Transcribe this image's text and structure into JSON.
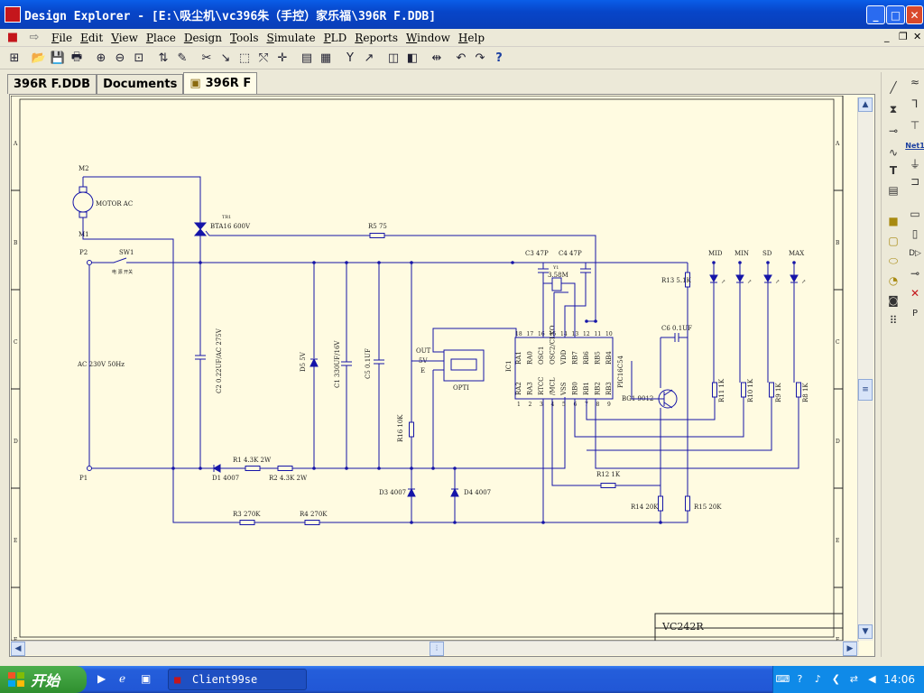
{
  "window": {
    "title": "Design Explorer - [E:\\吸尘机\\vc396朱（手控）家乐福\\396R F.DDB]"
  },
  "menu": [
    {
      "label": "File",
      "ul": "F"
    },
    {
      "label": "Edit",
      "ul": "E"
    },
    {
      "label": "View",
      "ul": "V"
    },
    {
      "label": "Place",
      "ul": "P"
    },
    {
      "label": "Design",
      "ul": "D"
    },
    {
      "label": "Tools",
      "ul": "T"
    },
    {
      "label": "Simulate",
      "ul": "S"
    },
    {
      "label": "PLD",
      "ul": "L"
    },
    {
      "label": "Reports",
      "ul": "R"
    },
    {
      "label": "Window",
      "ul": "W"
    },
    {
      "label": "Help",
      "ul": "H"
    }
  ],
  "tabs": [
    {
      "label": "396R F.DDB"
    },
    {
      "label": "Documents"
    },
    {
      "label": "396R F"
    }
  ],
  "taskbar": {
    "start": "开始",
    "app": "Client99se",
    "clock": "14:06"
  },
  "schematic": {
    "labels": {
      "m2": "M2",
      "motor": "MOTOR AC",
      "m1": "M1",
      "tr1": "TR1",
      "bta": "BTA16 600V",
      "r5": "R5 75",
      "p2": "P2",
      "sw1": "SW1",
      "sw1sub": "电 源 开关",
      "ac": "AC 230V 50Hz",
      "c2": "C2 0.22UF/AC 275V",
      "d5": "D5 5V",
      "c1": "C1 330UF/16V",
      "c5": "C5 0.1UF",
      "opti_out": "OUT",
      "opti_5v": "5V",
      "opti_e": "E",
      "opti": "OPTI",
      "c3": "C3 47P",
      "c4": "C4 47P",
      "y1": "Y1",
      "xtal": "3.58M",
      "r13": "R13 5.1K",
      "c6": "C6 0.1UF",
      "ic1": "IC1",
      "pic": "PIC16C54",
      "bg1": "BG1 9012",
      "mid": "MID",
      "min": "MIN",
      "sd": "SD",
      "max": "MAX",
      "r11": "R11 1K",
      "r10": "R10 1K",
      "r9": "R9 1K",
      "r8": "R8 1K",
      "r16": "R16 10K",
      "p1": "P1",
      "d1": "D1 4007",
      "r1": "R1 4.3K 2W",
      "r2": "R2 4.3K 2W",
      "d3": "D3 4007",
      "d4": "D4 4007",
      "r12": "R12 1K",
      "r14": "R14 20K",
      "r15": "R15 20K",
      "r3": "R3 270K",
      "r4": "R4 270K",
      "title": "VC242R"
    },
    "pins_top": [
      "18",
      "17",
      "16",
      "15",
      "14",
      "13",
      "12",
      "11",
      "10"
    ],
    "pins_bot": [
      "1",
      "2",
      "3",
      "4",
      "5",
      "6",
      "7",
      "8",
      "9"
    ],
    "pin_names_top": [
      "RA1",
      "RA0",
      "OSC1",
      "OSC2/CLKO",
      "VDD",
      "RB7",
      "RB6",
      "RB5",
      "RB4"
    ],
    "pin_names_bot": [
      "RA2",
      "RA3",
      "RTCC",
      "/MCL",
      "VSS",
      "RB0",
      "RB1",
      "RB2",
      "RB3"
    ],
    "grid_left": [
      "A",
      "B",
      "C",
      "D",
      "E",
      "F"
    ]
  }
}
